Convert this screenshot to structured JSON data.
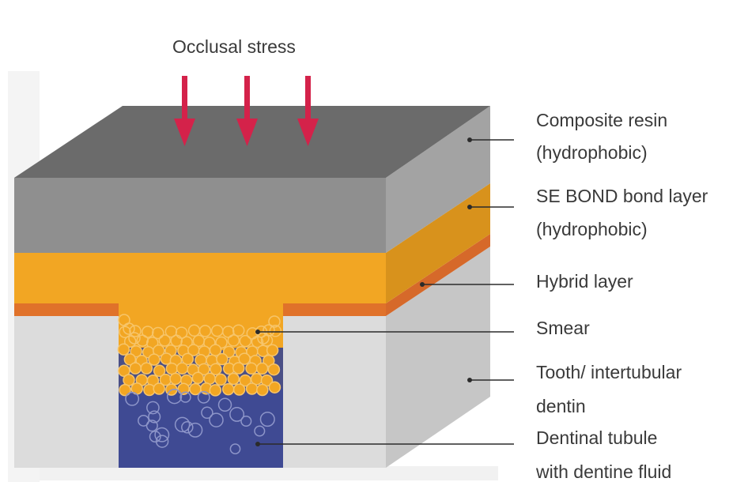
{
  "title": "Occlusal stress",
  "labels": {
    "composite_resin": [
      "Composite resin",
      "(hydrophobic)"
    ],
    "bond_layer": [
      "SE BOND bond layer",
      "(hydrophobic)"
    ],
    "hybrid_layer": [
      "Hybrid layer"
    ],
    "smear": [
      "Smear"
    ],
    "tooth": [
      "Tooth/ intertubular",
      "dentin"
    ],
    "tubule": [
      "Dentinal tubule",
      "with dentine fluid"
    ]
  },
  "colors": {
    "arrow": "#d4224a",
    "resin_top": "#6b6b6b",
    "resin_front": "#8f8f8f",
    "resin_side": "#a3a3a3",
    "bond": "#f2a623",
    "bond_side": "#d8921c",
    "hybrid": "#e0722a",
    "dentin_front": "#dcdcdc",
    "dentin_side": "#c6c6c6",
    "tubule_fluid": "#3f4a93",
    "smear_particle": "#f2a623",
    "leader_line": "#2b2b2b"
  }
}
